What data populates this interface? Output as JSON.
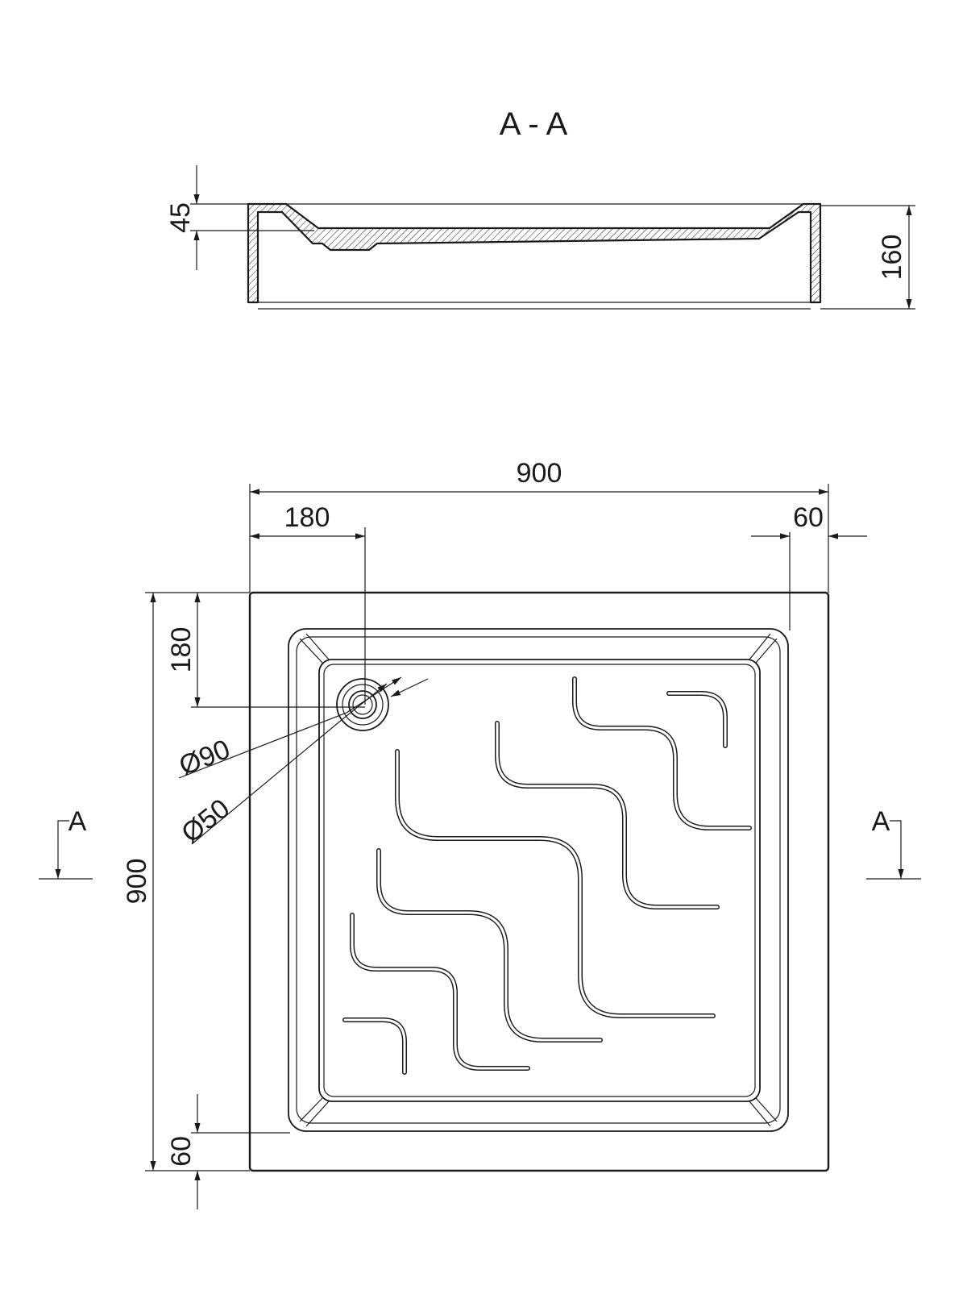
{
  "section": {
    "title": "A - A",
    "dim_depth": "45",
    "dim_height": "160"
  },
  "plan": {
    "dim_width_total": "900",
    "dim_drain_x": "180",
    "dim_rim_right": "60",
    "dim_drain_y": "180",
    "dim_height_total": "900",
    "dim_rim_bottom": "60",
    "drain_outer": "Ø90",
    "drain_inner": "Ø50",
    "section_mark_left": "A",
    "section_mark_right": "A"
  },
  "colors": {
    "line": "#1a1a1a",
    "background": "#ffffff"
  }
}
